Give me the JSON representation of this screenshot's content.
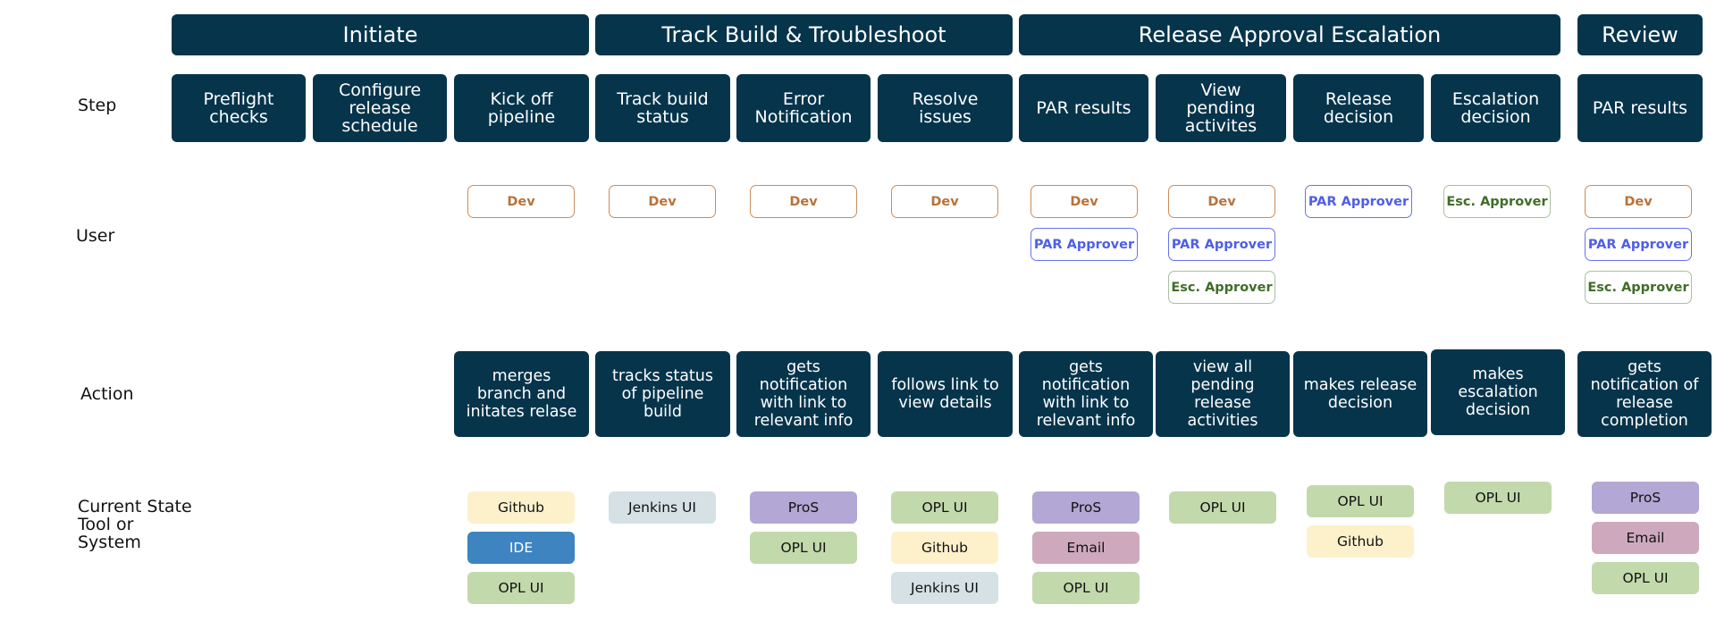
{
  "phases": [
    "Initiate",
    "Track Build & Troubleshoot",
    "Release Approval Escalation",
    "Review"
  ],
  "row_labels": {
    "step": "Step",
    "user": "User",
    "action": "Action",
    "tool": "Current State\nTool or\nSystem"
  },
  "steps": [
    "Preflight\nchecks",
    "Configure\nrelease\nschedule",
    "Kick off\npipeline",
    "Track build\nstatus",
    "Error\nNotification",
    "Resolve\nissues",
    "PAR results",
    "View\npending\nactivites",
    "Release\ndecision",
    "Escalation\ndecision",
    "PAR results"
  ],
  "users": {
    "kickoff": [
      "Dev"
    ],
    "track": [
      "Dev"
    ],
    "error": [
      "Dev"
    ],
    "resolve": [
      "Dev"
    ],
    "par": [
      "Dev",
      "PAR Approver"
    ],
    "view": [
      "Dev",
      "PAR Approver",
      "Esc. Approver"
    ],
    "release": [
      "PAR Approver"
    ],
    "escalation": [
      "Esc. Approver"
    ],
    "review": [
      "Dev",
      "PAR Approver",
      "Esc. Approver"
    ]
  },
  "actions": {
    "kickoff": "merges\nbranch and\ninitates relase",
    "track": "tracks status\nof pipeline\nbuild",
    "error": "gets\nnotification\nwith link to\nrelevant info",
    "resolve": "follows link to\nview details",
    "par": "gets\nnotification\nwith link to\nrelevant info",
    "view": "view all\npending\nrelease\nactivities",
    "release": "makes release\ndecision",
    "escalation": "makes\nescalation\ndecision",
    "review": "gets\nnotification of\nrelease\ncompletion"
  },
  "tools": {
    "kickoff": [
      "Github",
      "IDE",
      "OPL UI"
    ],
    "track": [
      "Jenkins UI"
    ],
    "error": [
      "ProS",
      "OPL UI"
    ],
    "resolve": [
      "OPL UI",
      "Github",
      "Jenkins UI"
    ],
    "par": [
      "ProS",
      "Email",
      "OPL UI"
    ],
    "view": [
      "OPL UI"
    ],
    "release": [
      "OPL UI",
      "Github"
    ],
    "escalation": [
      "OPL UI"
    ],
    "review": [
      "ProS",
      "Email",
      "OPL UI"
    ]
  },
  "colors": {
    "dark_navy": "#06344b",
    "dev": "#b8723a",
    "par_approver": "#4f5ee8",
    "esc_approver": "#3f6d27",
    "github": "#fdf1cc",
    "ide": "#3d84c1",
    "opl_ui": "#c2d9ac",
    "jenkins_ui": "#d5e1e4",
    "pros": "#b2a7d5",
    "email": "#cea9bd"
  }
}
